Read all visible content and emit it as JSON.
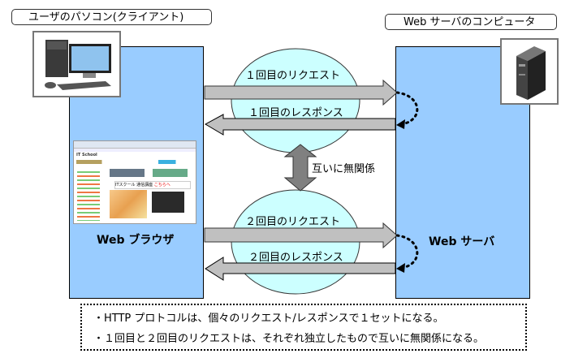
{
  "client": {
    "title": "ユーザのパソコン(クライアント)",
    "icon": "desktop-pc-icon",
    "app_label": "Web ブラウザ",
    "screenshot": "browser-screenshot",
    "screenshot_texts": [
      "IT School",
      "ITスクール 通信講座",
      "こちらへ"
    ]
  },
  "server": {
    "title": "Web サーバのコンピュータ",
    "icon": "server-tower-icon",
    "app_label": "Web サーバ"
  },
  "exchanges": [
    {
      "request_label": "１回目のリクエスト",
      "response_label": "１回目のレスポンス"
    },
    {
      "request_label": "２回目のリクエスト",
      "response_label": "２回目のレスポンス"
    }
  ],
  "relation_label": "互いに無関係",
  "notes": [
    "・HTTP プロトコルは、個々のリクエスト/レスポンスで１セットになる。",
    "・１回目と２回目のリクエストは、それぞれ独立したもので互いに無関係になる。"
  ],
  "colors": {
    "panel": "#99ccff",
    "bubble": "#ccffff",
    "arrow": "#c0c0c0",
    "relation_arrow": "#808080"
  }
}
